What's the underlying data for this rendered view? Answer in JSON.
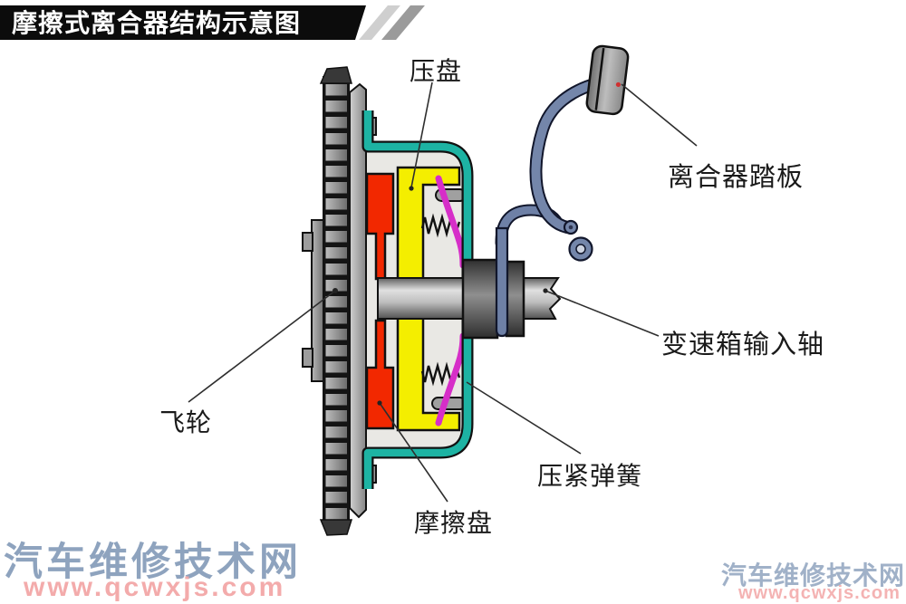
{
  "title": "摩擦式离合器结构示意图",
  "labels": {
    "pressure_plate": "压盘",
    "clutch_pedal": "离合器踏板",
    "input_shaft": "变速箱输入轴",
    "spring": "压紧弹簧",
    "friction_disc": "摩擦盘",
    "flywheel": "飞轮"
  },
  "watermark": {
    "site_name": "汽车维修技术网",
    "site_url": "www.qcwxjs.com"
  },
  "colors": {
    "banner_black": "#0c0c0c",
    "cover_teal": "#1db3a3",
    "friction_red": "#f22800",
    "plate_yellow": "#f4ee00",
    "diaphragm_magenta": "#d62ec8",
    "pedal_blue": "#7486aa",
    "watermark_blue": "#889eba",
    "watermark_pink": "#f2a6a6"
  }
}
